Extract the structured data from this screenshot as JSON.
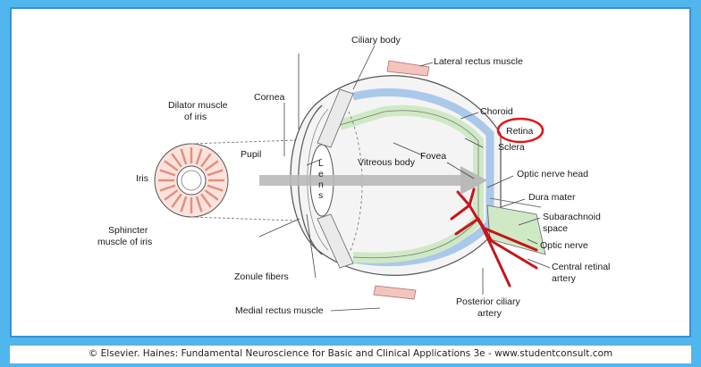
{
  "labels": {
    "ciliary_body": "Ciliary body",
    "lateral_rectus": "Lateral rectus muscle",
    "cornea": "Cornea",
    "dilator_1": "Dilator muscle",
    "dilator_2": "of iris",
    "choroid": "Choroid",
    "retina": "Retina",
    "sclera": "Sclera",
    "pupil": "Pupil",
    "vitreous": "Vitreous body",
    "fovea": "Fovea",
    "optic_head": "Optic nerve head",
    "iris": "Iris",
    "dura": "Dura mater",
    "subarach_1": "Subarachnoid",
    "subarach_2": "space",
    "optic_nerve": "Optic nerve",
    "sphincter_1": "Sphincter",
    "sphincter_2": "muscle of iris",
    "central_1": "Central retinal",
    "central_2": "artery",
    "zonule": "Zonule fibers",
    "post_1": "Posterior ciliary",
    "post_2": "artery",
    "medial_rectus": "Medial rectus muscle",
    "lens": [
      "L",
      "e",
      "n",
      "s"
    ]
  },
  "footer": {
    "credit": "© Elsevier. Haines: Fundamental Neuroscience for Basic and Clinical Applications 3e - www.studentconsult.com"
  },
  "colors": {
    "retina_highlight": "#e0161a",
    "retina_layer": "#cfe9c5",
    "choroid_layer": "#a9c8ea",
    "muscle": "#f2c4bc",
    "vessel": "#c4161c",
    "arrow": "#b9b9b9"
  }
}
